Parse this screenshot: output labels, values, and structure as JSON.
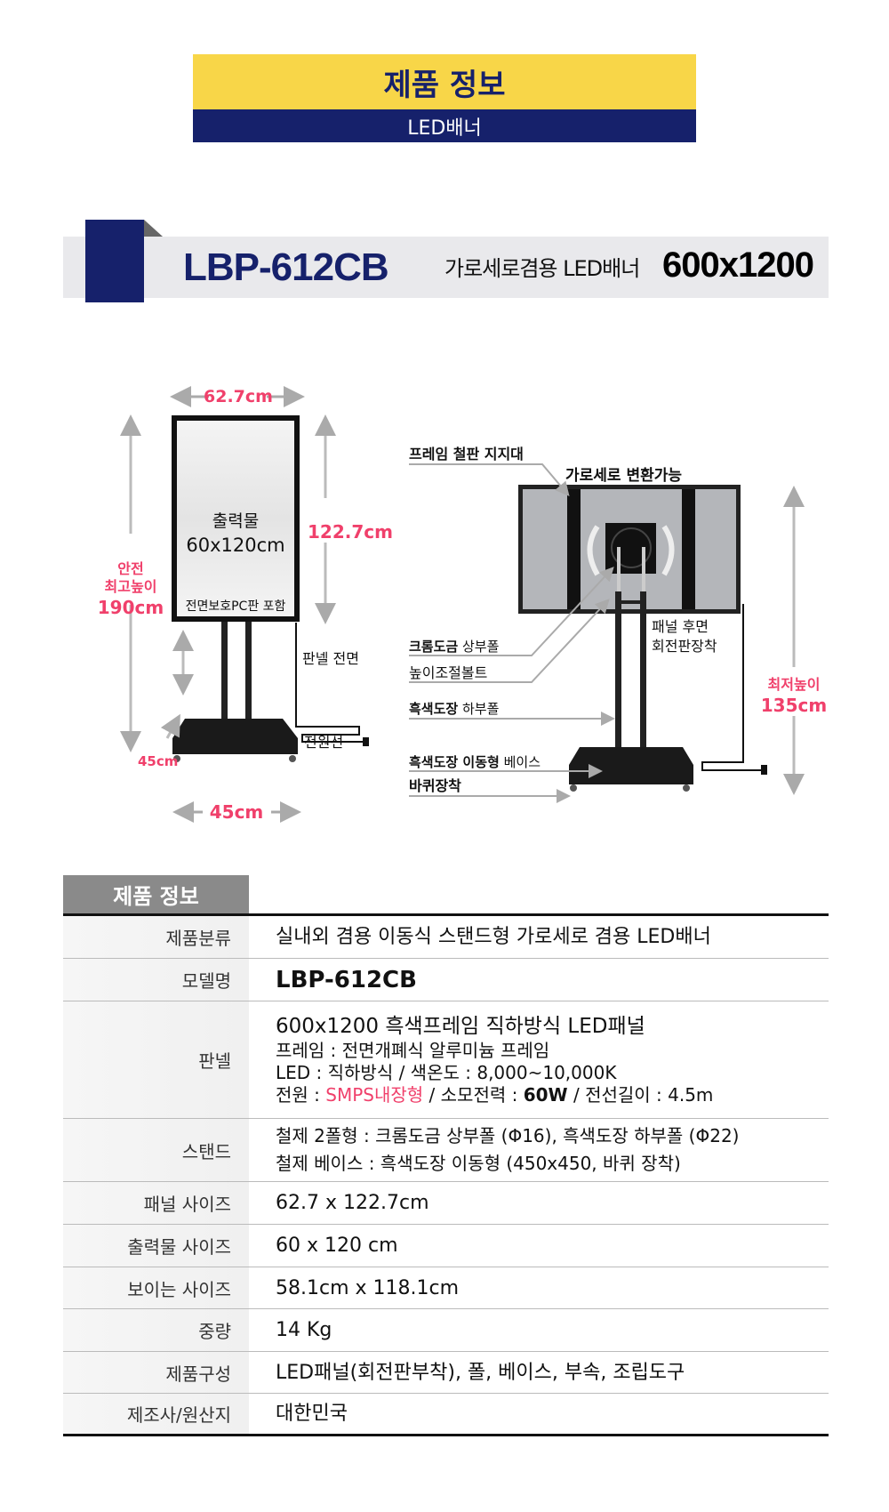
{
  "header": {
    "title": "제품 정보",
    "subtitle": "LED배너"
  },
  "model": {
    "name": "LBP-612CB",
    "desc": "가로세로겸용 LED배너",
    "size": "600x1200"
  },
  "front_diagram": {
    "width": "62.7cm",
    "height": "122.7cm",
    "safe_label1": "안전",
    "safe_label2": "최고높이",
    "safe_value": "190cm",
    "print_label": "출력물",
    "print_size": "60x120cm",
    "pc_note": "전면보호PC판 포함",
    "panel_front": "판넬 전면",
    "power_cable": "전원선",
    "base_depth": "45cm",
    "base_width": "45cm"
  },
  "rear_diagram": {
    "frame_support": "프레임 철판 지지대",
    "rotate": "가로세로 변환가능",
    "rear_note1": "패널 후면",
    "rear_note2": "회전판장착",
    "upper_pole_b": "크롬도금",
    "upper_pole": " 상부폴",
    "height_bolt": "높이조절볼트",
    "lower_pole_b": "흑색도장",
    "lower_pole": " 하부폴",
    "base_b": "흑색도장 이동형",
    "base": " 베이스",
    "wheels": "바퀴장착",
    "min_label": "최저높이",
    "min_value": "135cm"
  },
  "spec": {
    "tab": "제품 정보",
    "rows": [
      {
        "k": "제품분류",
        "v": "실내외 겸용 이동식 스탠드형 가로세로 겸용 LED배너"
      },
      {
        "k": "모델명",
        "v": "LBP-612CB"
      },
      {
        "k": "판넬",
        "v": "600x1200 흑색프레임 직하방식 LED패널",
        "l1": "프레임 : 전면개폐식 알루미늄 프레임",
        "l2": "LED : 직하방식 / 색온도 : 8,000~10,000K",
        "l3a": "전원 : ",
        "l3b": "SMPS내장형",
        "l3c": " / 소모전력 : ",
        "l3d": "60W",
        "l3e": "  / 전선길이 : 4.5m"
      },
      {
        "k": "스탠드",
        "l1": "철제 2폴형 : 크롬도금 상부폴 (Φ16), 흑색도장 하부폴 (Φ22)",
        "l2": "철제 베이스 : 흑색도장 이동형 (450x450, 바퀴 장착)"
      },
      {
        "k": "패널  사이즈",
        "v": "62.7 x 122.7cm"
      },
      {
        "k": "출력물 사이즈",
        "v": "60 x 120 cm"
      },
      {
        "k": "보이는 사이즈",
        "v": "58.1cm x 118.1cm"
      },
      {
        "k": "중량",
        "v": "14 Kg"
      },
      {
        "k": "제품구성",
        "v": "LED패널(회전판부착), 폴, 베이스, 부속, 조립도구"
      },
      {
        "k": "제조사/원산지",
        "v": "대한민국"
      }
    ]
  }
}
